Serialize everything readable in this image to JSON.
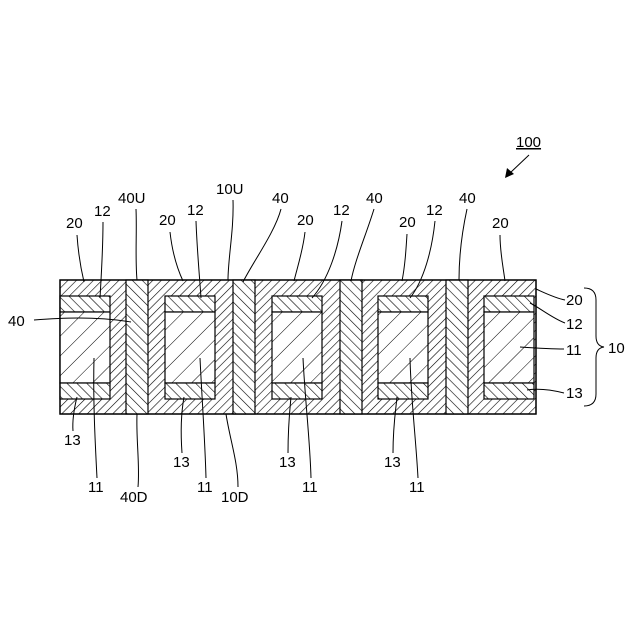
{
  "figure": {
    "ref_main": "100",
    "labels": {
      "l20": "20",
      "l12": "12",
      "l40U": "40U",
      "l10U": "10U",
      "l40": "40",
      "l13": "13",
      "l11": "11",
      "l40D": "40D",
      "l10D": "10D",
      "l10": "10"
    }
  },
  "colors": {
    "line": "#000000",
    "background": "#ffffff"
  }
}
